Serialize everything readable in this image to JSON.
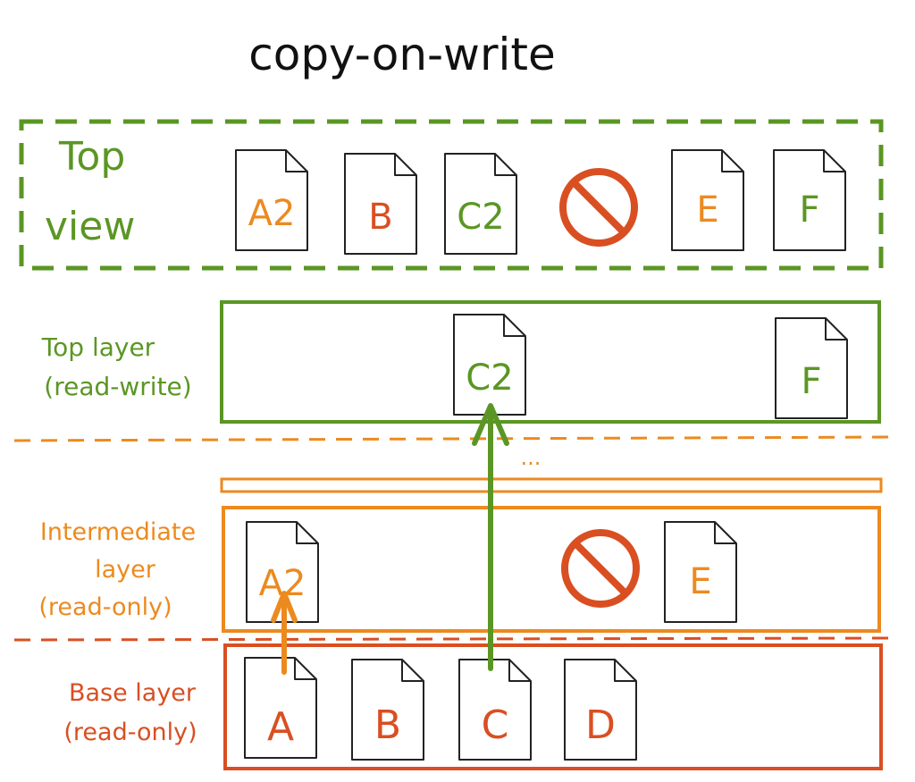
{
  "title": "copy-on-write",
  "colors": {
    "green": "#5b9624",
    "orange": "#ec8a1f",
    "red": "#d94f22",
    "ink": "#222222"
  },
  "layers": {
    "top_view": {
      "label_line1": "Top",
      "label_line2": "view"
    },
    "top_layer": {
      "label_line1": "Top layer",
      "label_line2": "(read-write)"
    },
    "ellipsis": "...",
    "intermediate": {
      "label_line1": "Intermediate",
      "label_line2": "layer",
      "label_line3": "(read-only)"
    },
    "base": {
      "label_line1": "Base layer",
      "label_line2": "(read-only)"
    }
  },
  "files": {
    "top_view": [
      "A2",
      "B",
      "C2",
      "deleted",
      "E",
      "F"
    ],
    "top_layer": [
      "C2",
      "F"
    ],
    "intermediate": [
      "A2",
      "deleted",
      "E"
    ],
    "base": [
      "A",
      "B",
      "C",
      "D"
    ]
  },
  "doc_labels": {
    "tv_a2": "A2",
    "tv_b": "B",
    "tv_c2": "C2",
    "tv_e": "E",
    "tv_f": "F",
    "tl_c2": "C2",
    "tl_f": "F",
    "im_a2": "A2",
    "im_e": "E",
    "b_a": "A",
    "b_b": "B",
    "b_c": "C",
    "b_d": "D"
  }
}
